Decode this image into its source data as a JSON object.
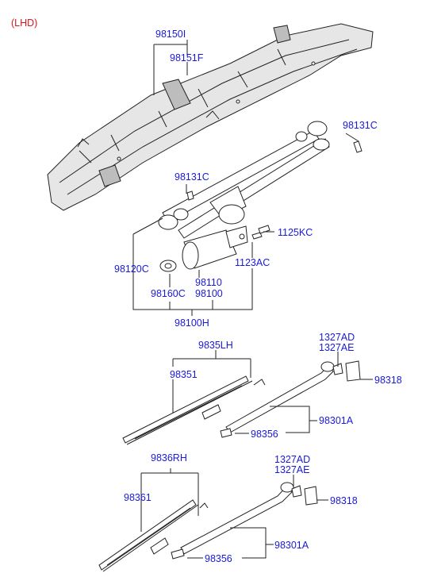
{
  "header": {
    "variant": "(LHD)"
  },
  "labels": {
    "p98150I": "98150I",
    "p98151F": "98151F",
    "p98131C_a": "98131C",
    "p98131C_b": "98131C",
    "p1125KC": "1125KC",
    "p98120C": "98120C",
    "p1123AC": "1123AC",
    "p98110": "98110",
    "p98100": "98100",
    "p98160C": "98160C",
    "p98100H": "98100H",
    "p9835LH": "9835LH",
    "p1327AD_a": "1327AD",
    "p1327AE_a": "1327AE",
    "p98351": "98351",
    "p98318_a": "98318",
    "p98301A_a": "98301A",
    "p98356_a": "98356",
    "p9836RH": "9836RH",
    "p1327AD_b": "1327AD",
    "p1327AE_b": "1327AE",
    "p98361": "98361",
    "p98318_b": "98318",
    "p98301A_b": "98301A",
    "p98356_b": "98356"
  },
  "colors": {
    "label": "#1a1ad6",
    "header": "#d81818",
    "line": "#222222"
  }
}
